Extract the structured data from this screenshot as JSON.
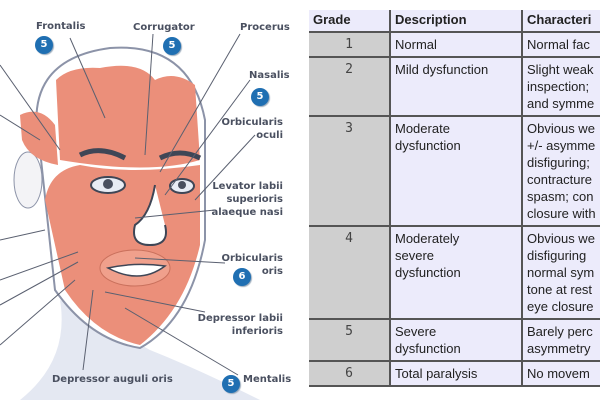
{
  "diagram": {
    "labels": {
      "frontalis": "Frontalis",
      "corrugator": "Corrugator",
      "procerus": "Procerus",
      "nasalis": "Nasalis",
      "orbicularis_oculi": [
        "Orbicularis",
        "oculi"
      ],
      "levator": [
        "Levator labii",
        "superioris",
        "alaeque nasi"
      ],
      "orbicularis_oris": [
        "Orbicularis",
        "oris"
      ],
      "depressor_labii": [
        "Depressor labii",
        "inferioris"
      ],
      "depressor_anguli": "Depressor auguli oris",
      "mentalis": "Mentalis"
    },
    "badges": {
      "frontalis": "5",
      "corrugator": "5",
      "nasalis": "5",
      "orbicularis_oris": "6",
      "mentalis": "5"
    },
    "colors": {
      "muscle": "#eb8f7a",
      "badge": "#1f6fb2",
      "outline": "#4a5060"
    }
  },
  "table": {
    "headers": [
      "Grade",
      "Description",
      "Characteri"
    ],
    "rows": [
      {
        "grade": "1",
        "description": [
          "Normal"
        ],
        "characteristics": [
          "Normal fac"
        ]
      },
      {
        "grade": "2",
        "description": [
          "Mild dysfunction"
        ],
        "characteristics": [
          "Slight weak",
          "inspection;",
          "and symme"
        ]
      },
      {
        "grade": "3",
        "description": [
          "Moderate",
          "dysfunction"
        ],
        "characteristics": [
          "Obvious we",
          "+/- asymme",
          "disfiguring;",
          "contracture",
          "spasm; con",
          "closure with"
        ]
      },
      {
        "grade": "4",
        "description": [
          "Moderately",
          "severe",
          "dysfunction"
        ],
        "characteristics": [
          "Obvious we",
          "disfiguring",
          "normal sym",
          "tone at rest",
          "eye closure"
        ]
      },
      {
        "grade": "5",
        "description": [
          "Severe",
          "dysfunction"
        ],
        "characteristics": [
          "Barely perc",
          "asymmetry"
        ]
      },
      {
        "grade": "6",
        "description": [
          "Total paralysis"
        ],
        "characteristics": [
          "No movem"
        ]
      }
    ]
  }
}
